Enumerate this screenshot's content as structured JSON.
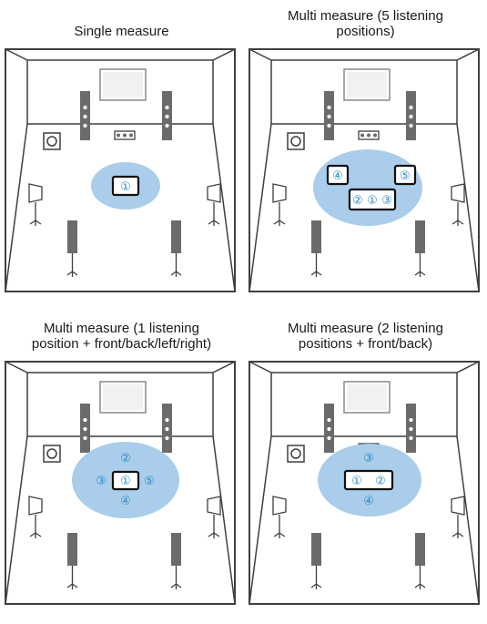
{
  "colors": {
    "listening_area": "#a9cdea",
    "line": "#3f3f3f",
    "speaker_fill": "#6b6b6b",
    "number_text": "#2d8ac6"
  },
  "panels": [
    {
      "title": "Single measure",
      "positions": [
        "①"
      ]
    },
    {
      "title": "Multi measure (5 listening\npositions)",
      "positions": [
        "④",
        "⑤",
        "②",
        "①",
        "③"
      ]
    },
    {
      "title": "Multi measure (1 listening\nposition + front/back/left/right)",
      "positions": [
        "①",
        "②",
        "③",
        "④",
        "⑤"
      ]
    },
    {
      "title": "Multi measure (2 listening\npositions + front/back)",
      "positions": [
        "①",
        "②",
        "③",
        "④"
      ]
    }
  ]
}
